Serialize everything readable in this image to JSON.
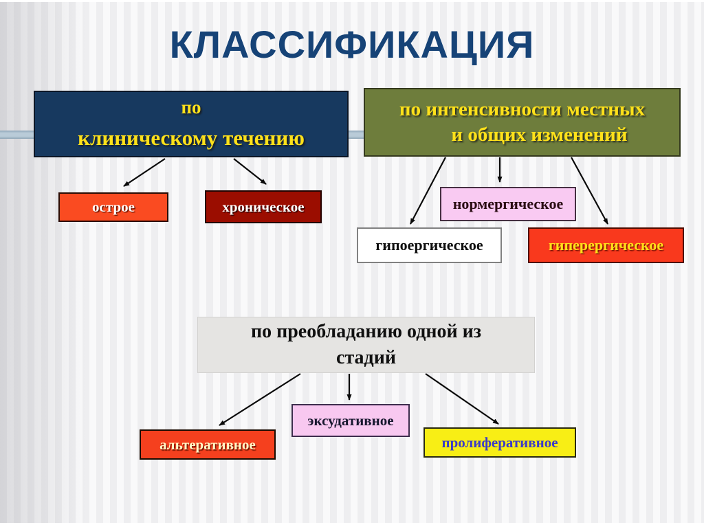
{
  "title": "КЛАССИФИКАЦИЯ",
  "diagram": {
    "clinical": {
      "header": {
        "line1": "по",
        "line2": "клиническому течению"
      },
      "children": {
        "acute": "острое",
        "chronic": "хроническое"
      }
    },
    "intensity": {
      "header": {
        "line1": "по интенсивности местных",
        "line2": "и общих изменений"
      },
      "children": {
        "normergic": "нормергическое",
        "hypoergic": "гипоергическое",
        "hyperergic": "гиперергическое"
      }
    },
    "stage": {
      "header": {
        "line1": "по преобладанию одной из",
        "line2": "стадий"
      },
      "children": {
        "exudative": "эксудативное",
        "alterative": "альтеративное",
        "proliferative": "пролиферативное"
      }
    }
  },
  "colors": {
    "title": "#164377",
    "navy_box": "#17395F",
    "olive_box": "#6E7D3C",
    "stage_box": "#E5E4E2",
    "accent_bar": "#A9BDCB",
    "acute_bg": "#FA4B21",
    "chronic_bg": "#9B0D00",
    "normergic_bg": "#F9CAF2",
    "hypoergic_bg": "#FFFFFF",
    "hyperergic_bg": "#F9391D",
    "exudative_bg": "#F8C8F0",
    "alterative_bg": "#F5401E",
    "proliferative_bg": "#F8EE15",
    "yellow_text": "#FFE11A",
    "blue_text": "#3A3AC8"
  }
}
